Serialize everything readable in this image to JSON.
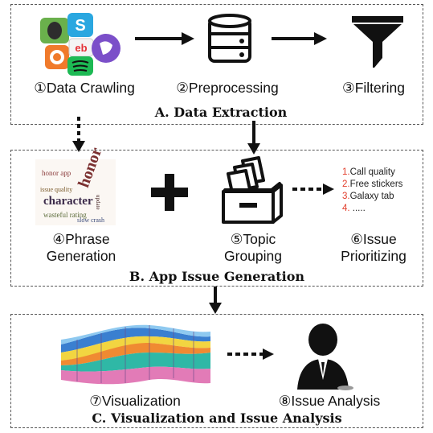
{
  "sections": {
    "a_title": "A. Data Extraction",
    "b_title": "B. App Issue Generation",
    "c_title": "C. Visualization and Issue Analysis"
  },
  "steps": {
    "s1": "①Data Crawling",
    "s2": "②Preprocessing",
    "s3": "③Filtering",
    "s4a": "④Phrase",
    "s4b": "Generation",
    "s5a": "⑤Topic",
    "s5b": "Grouping",
    "s6a": "⑥Issue",
    "s6b": "Prioritizing",
    "s7": "⑦Visualization",
    "s8": "⑧Issue Analysis"
  },
  "issue_list": [
    {
      "num": "1.",
      "text": "Call quality"
    },
    {
      "num": "2.",
      "text": "Free stickers"
    },
    {
      "num": "3.",
      "text": "Galaxy tab"
    },
    {
      "num": "4.",
      "text": "....."
    }
  ],
  "wordcloud": {
    "words": [
      "honor",
      "character",
      "honor",
      "app",
      "wasteful",
      "rating",
      "slow",
      "crash"
    ]
  },
  "colors": {
    "accent_red": "#e23c2a",
    "stream_teal": "#2fb8a6",
    "stream_pink": "#e27bb7",
    "stream_yellow": "#f2d541",
    "stream_blue": "#3a7fd0",
    "stream_orange": "#f08a32"
  },
  "icons": [
    "app-icons-cluster-icon",
    "database-icon",
    "funnel-icon",
    "word-cloud-icon",
    "file-box-icon",
    "streamgraph-icon",
    "analyst-person-icon"
  ]
}
